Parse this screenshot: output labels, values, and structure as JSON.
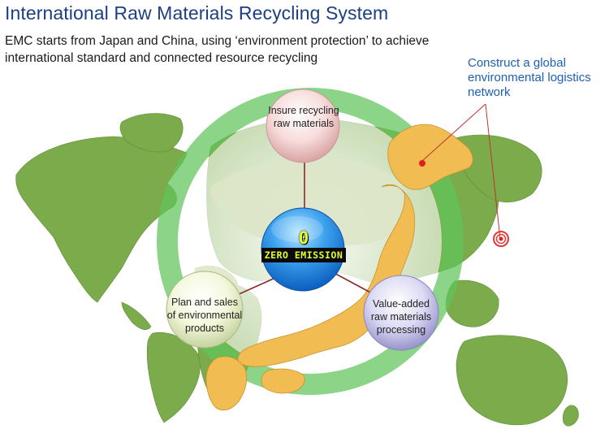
{
  "header": {
    "title": "International Raw Materials Recycling System",
    "subtitle": "EMC starts from Japan and China, using ‘environment protection’ to achieve international standard and connected resource recycling"
  },
  "callout": {
    "text": "Construct a global environmental logistics network"
  },
  "center": {
    "badge_digit": "0",
    "badge_text": "ZERO EMISSION"
  },
  "nodes": {
    "top": {
      "label": "Insure recycling raw materials"
    },
    "left": {
      "label": "Plan and sales of environmental products"
    },
    "right": {
      "label": "Value-added raw materials processing"
    }
  },
  "colors": {
    "title": "#1d3f82",
    "callout": "#1e5fb5",
    "ring": "#5fc45a",
    "land_green": "#7cab4c",
    "japan": "#f1bd52",
    "connector": "#8a2a2a",
    "marker": "#e02020",
    "center_badge": "#2e8fe8"
  }
}
